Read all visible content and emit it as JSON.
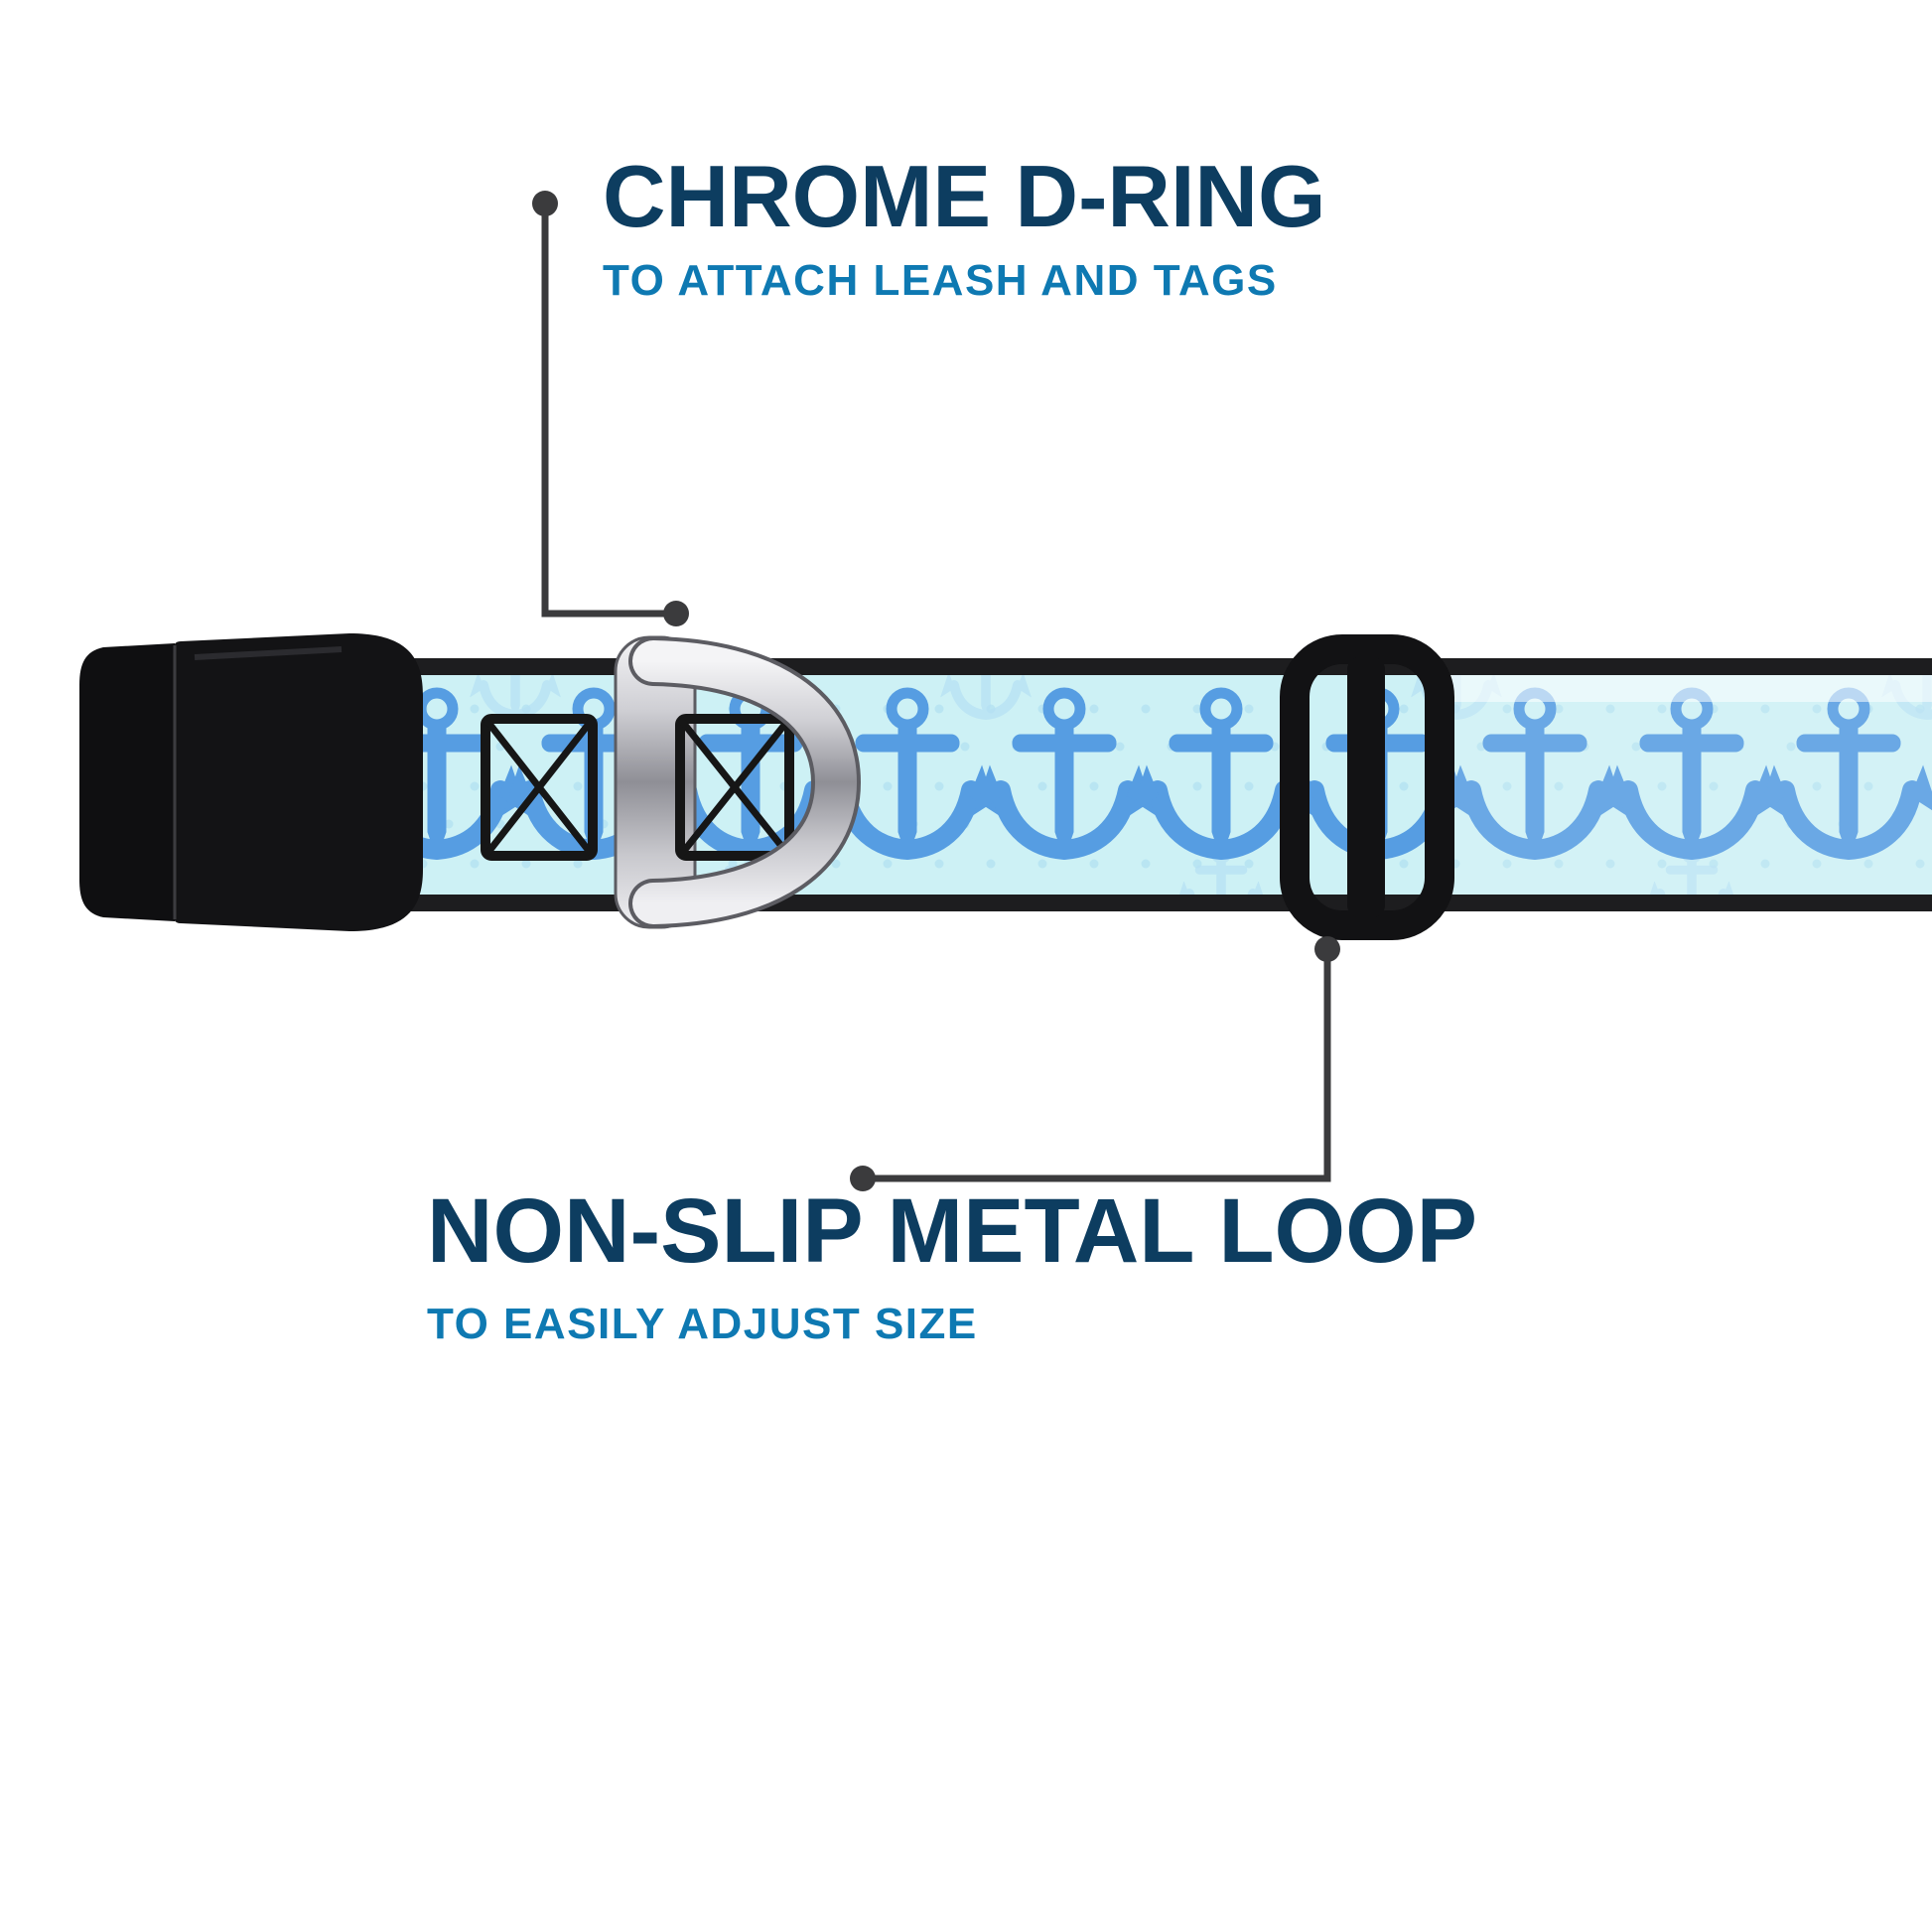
{
  "callouts": {
    "top": {
      "title": "CHROME D-RING",
      "subtitle": "TO ATTACH LEASH AND TAGS"
    },
    "bottom": {
      "title": "NON-SLIP METAL LOOP",
      "subtitle": "TO EASILY ADJUST SIZE"
    }
  },
  "colors": {
    "background": "#ffffff",
    "title_navy": "#0d3d60",
    "subtitle_blue": "#0e79b2",
    "callout_line": "#3b3b3d",
    "webbing_aqua": "#cdf1f5",
    "webbing_edge_black": "#1d1d1f",
    "anchor_blue": "#569de2",
    "anchor_faint": "#b5e0f4",
    "dot_blue": "#a4d9ef",
    "buckle_black": "#131315",
    "stitch_black": "#161616",
    "chrome_light": "#f4f4f6",
    "chrome_dark": "#8f8f96",
    "slider_black": "#121214"
  },
  "graphics": {
    "product": "dog-collar-feature-diagram",
    "part_names": {
      "buckle": "side-release-buckle",
      "d_ring": "chrome-d-ring",
      "slider": "non-slip-metal-loop",
      "stitching": "x-box-stitching",
      "webbing": "anchor-pattern-webbing"
    }
  }
}
